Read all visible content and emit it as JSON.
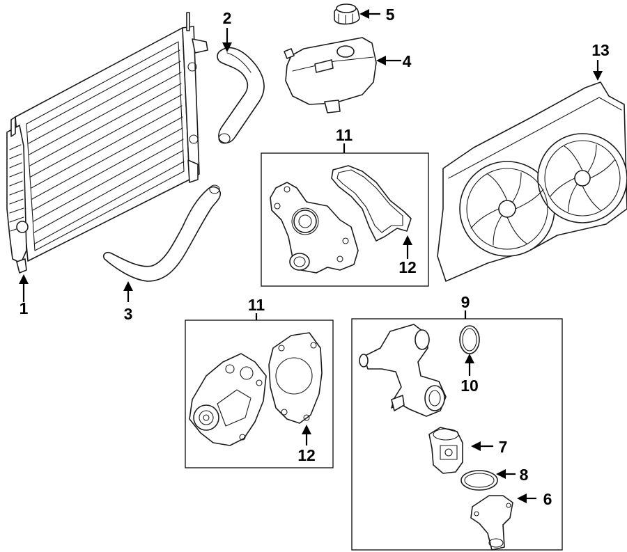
{
  "diagram": {
    "title": "",
    "callouts": [
      "1",
      "2",
      "3",
      "4",
      "5",
      "6",
      "7",
      "8",
      "9",
      "10",
      "11",
      "11",
      "12",
      "12",
      "13"
    ],
    "group_labels": [
      "11",
      "11",
      "9"
    ]
  }
}
